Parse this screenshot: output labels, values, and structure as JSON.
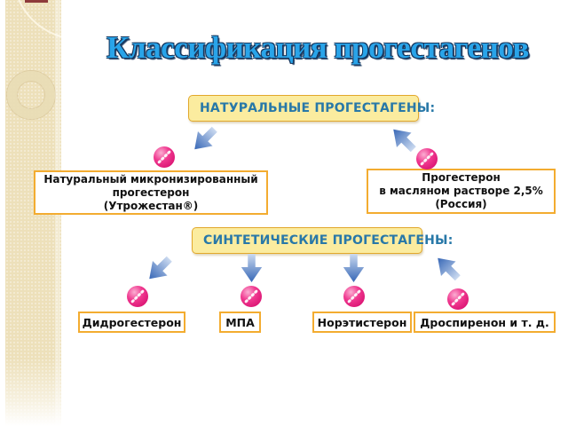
{
  "title": "Классификация прогестагенов",
  "groups": {
    "natural": {
      "label": "НАТУРАЛЬНЫЕ ПРОГЕСТАГЕНЫ:",
      "items": [
        {
          "line1": "Натуральный микронизированный",
          "line2": "прогестерон",
          "line3": "(Утрожестан®)"
        },
        {
          "line1": "Прогестерон",
          "line2": "в масляном растворе 2,5%",
          "line3": "(Россия)"
        }
      ]
    },
    "synthetic": {
      "label": "СИНТЕТИЧЕСКИЕ ПРОГЕСТАГЕНЫ:",
      "items": [
        {
          "label": "Дидрогестерон"
        },
        {
          "label": "МПА"
        },
        {
          "label": "Норэтистерон"
        },
        {
          "label": "Дроспиренон и т. д."
        }
      ]
    }
  },
  "icons": {
    "arrow_down_left": "block-arrow-down-left",
    "arrow_down": "block-arrow-down",
    "arrow_up_left": "block-arrow-up-left",
    "sphere": "pink-ball-pill"
  },
  "colors": {
    "title_fill": "#29A4E9",
    "title_outline": "#17375E",
    "heading_text": "#2878A8",
    "heading_fill": "#FBEC9F",
    "heading_border": "#E2A82B",
    "box_border": "#F3AC30",
    "arrow_dark": "#3767B6",
    "arrow_light": "#CBDAF0",
    "sphere_pink": "#E9197F",
    "sidebar_beige": "#EDE0BA",
    "top_accent": "#8E3B3B"
  }
}
